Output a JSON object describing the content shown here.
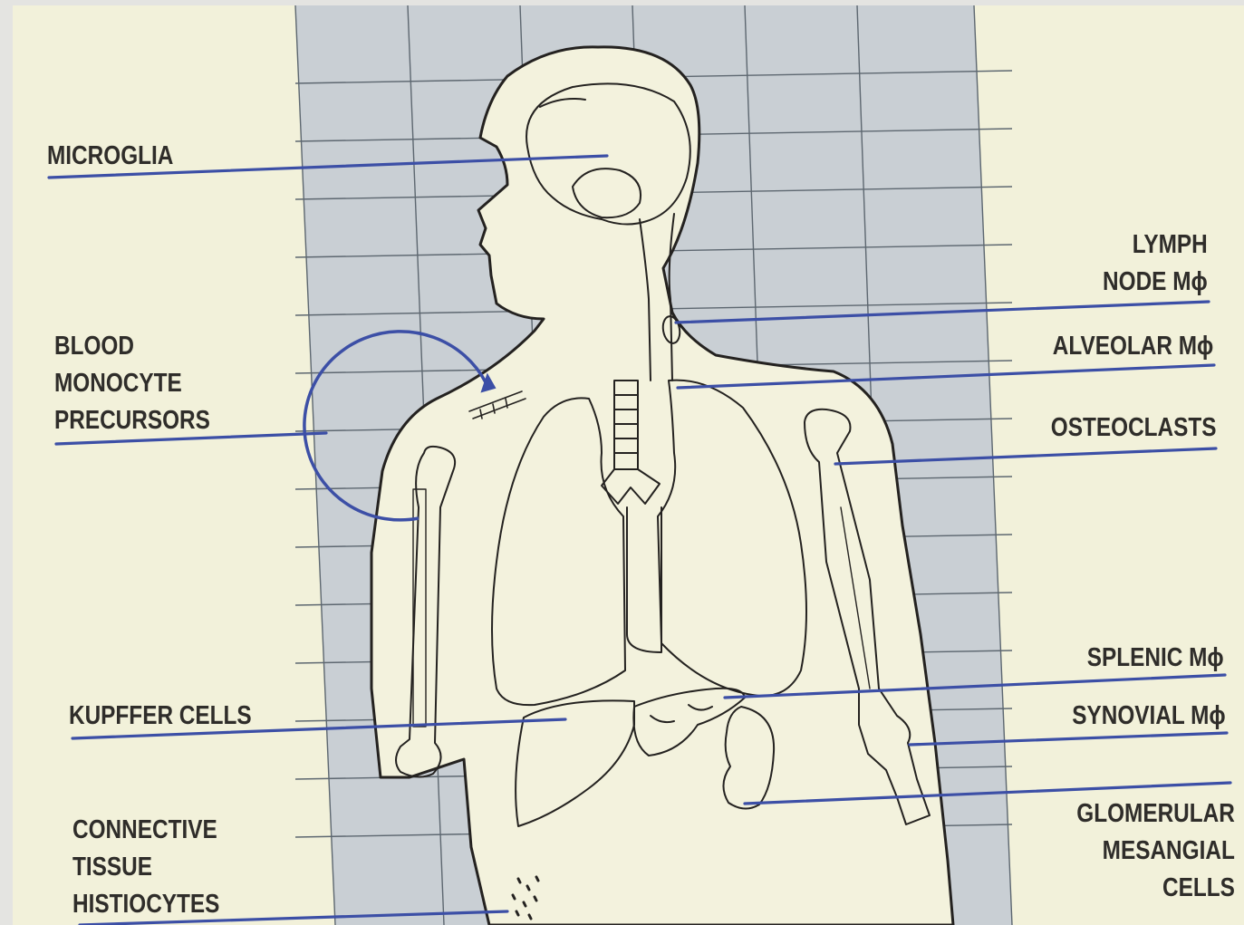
{
  "colors": {
    "paper": "#f2f1da",
    "grid_background": "#c9cfd4",
    "grid_lines": "#5d6770",
    "body_fill": "#f3f2dd",
    "outline": "#242220",
    "leader_lines": "#3c4fa6",
    "text": "#2f2d2a"
  },
  "labels_left": {
    "microglia": [
      "MICROGLIA"
    ],
    "blood_monocyte": [
      "BLOOD",
      "MONOCYTE",
      "PRECURSORS"
    ],
    "kupffer": [
      "KUPFFER CELLS"
    ],
    "connective": [
      "CONNECTIVE",
      "TISSUE",
      "HISTIOCYTES"
    ]
  },
  "labels_right": {
    "lymph_node": [
      "LYMPH",
      "NODE Mϕ"
    ],
    "alveolar": [
      "ALVEOLAR Mϕ"
    ],
    "osteoclasts": [
      "OSTEOCLASTS"
    ],
    "splenic": [
      "SPLENIC Mϕ"
    ],
    "synovial": [
      "SYNOVIAL Mϕ"
    ],
    "glomerular": [
      "GLOMERULAR",
      "MESANGIAL",
      "CELLS"
    ]
  }
}
